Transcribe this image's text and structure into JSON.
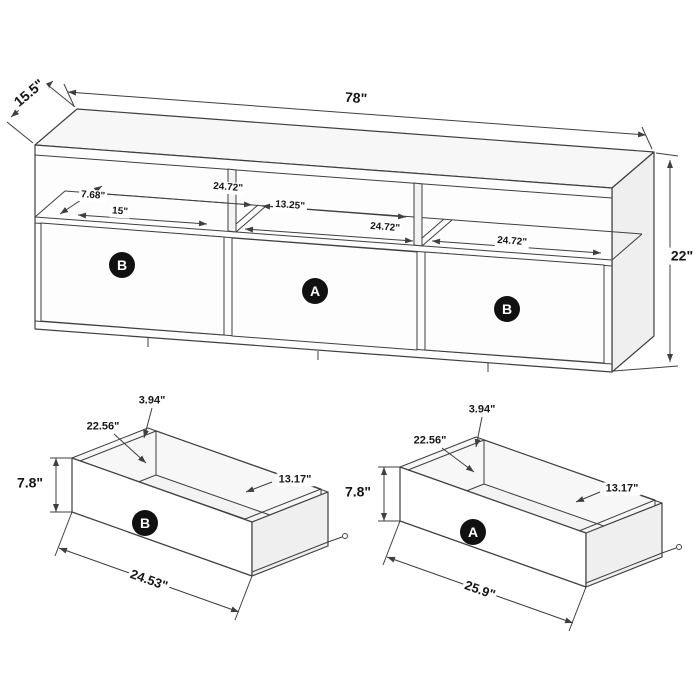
{
  "console": {
    "width": "78\"",
    "depth": "15.5\"",
    "height": "22\"",
    "cubbies": {
      "left_depth": "7.68\"",
      "left_back_width": "24.72\"",
      "left_front_width": "15\"",
      "middle_back_width": "13.25\"",
      "middle_width": "24.72\"",
      "right_width": "24.72\""
    },
    "drawer_tags": [
      "B",
      "A",
      "B"
    ]
  },
  "drawers": {
    "b": {
      "tag": "B",
      "top_rail_depth": "3.94\"",
      "inner_width": "22.56\"",
      "height": "7.8\"",
      "inner_depth": "13.17\"",
      "front_width": "24.53\""
    },
    "a": {
      "tag": "A",
      "top_rail_depth": "3.94\"",
      "inner_width": "22.56\"",
      "height": "7.8\"",
      "inner_depth": "13.17\"",
      "front_width": "25.9\""
    }
  }
}
